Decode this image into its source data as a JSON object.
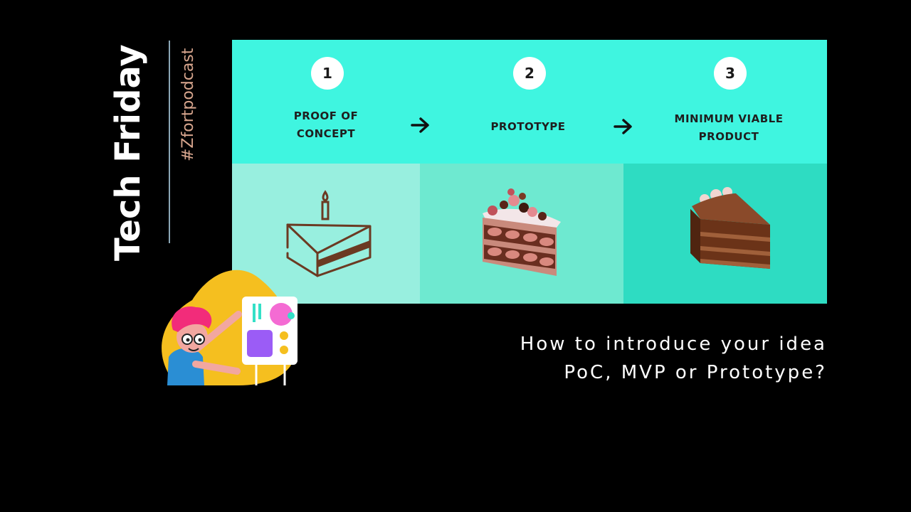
{
  "brand": {
    "title": "Tech Friday",
    "hashtag": "#Zfortpodcast"
  },
  "steps": [
    {
      "number": "1",
      "label_line1": "PROOF OF",
      "label_line2": "CONCEPT"
    },
    {
      "number": "2",
      "label_line1": "PROTOTYPE",
      "label_line2": ""
    },
    {
      "number": "3",
      "label_line1": "MINIMUM VIABLE",
      "label_line2": "PRODUCT"
    }
  ],
  "illustrations": [
    "outline-cake-slice-with-candle",
    "strawberry-cake-slice",
    "chocolate-layer-cake-slice"
  ],
  "caption": {
    "line1": "How to introduce your idea",
    "line2": "PoC, MVP or Prototype?"
  },
  "colors": {
    "band": "#3ff5e0",
    "cell1": "#98efdf",
    "cell2": "#6ee9d0",
    "cell3": "#2edcc2"
  }
}
